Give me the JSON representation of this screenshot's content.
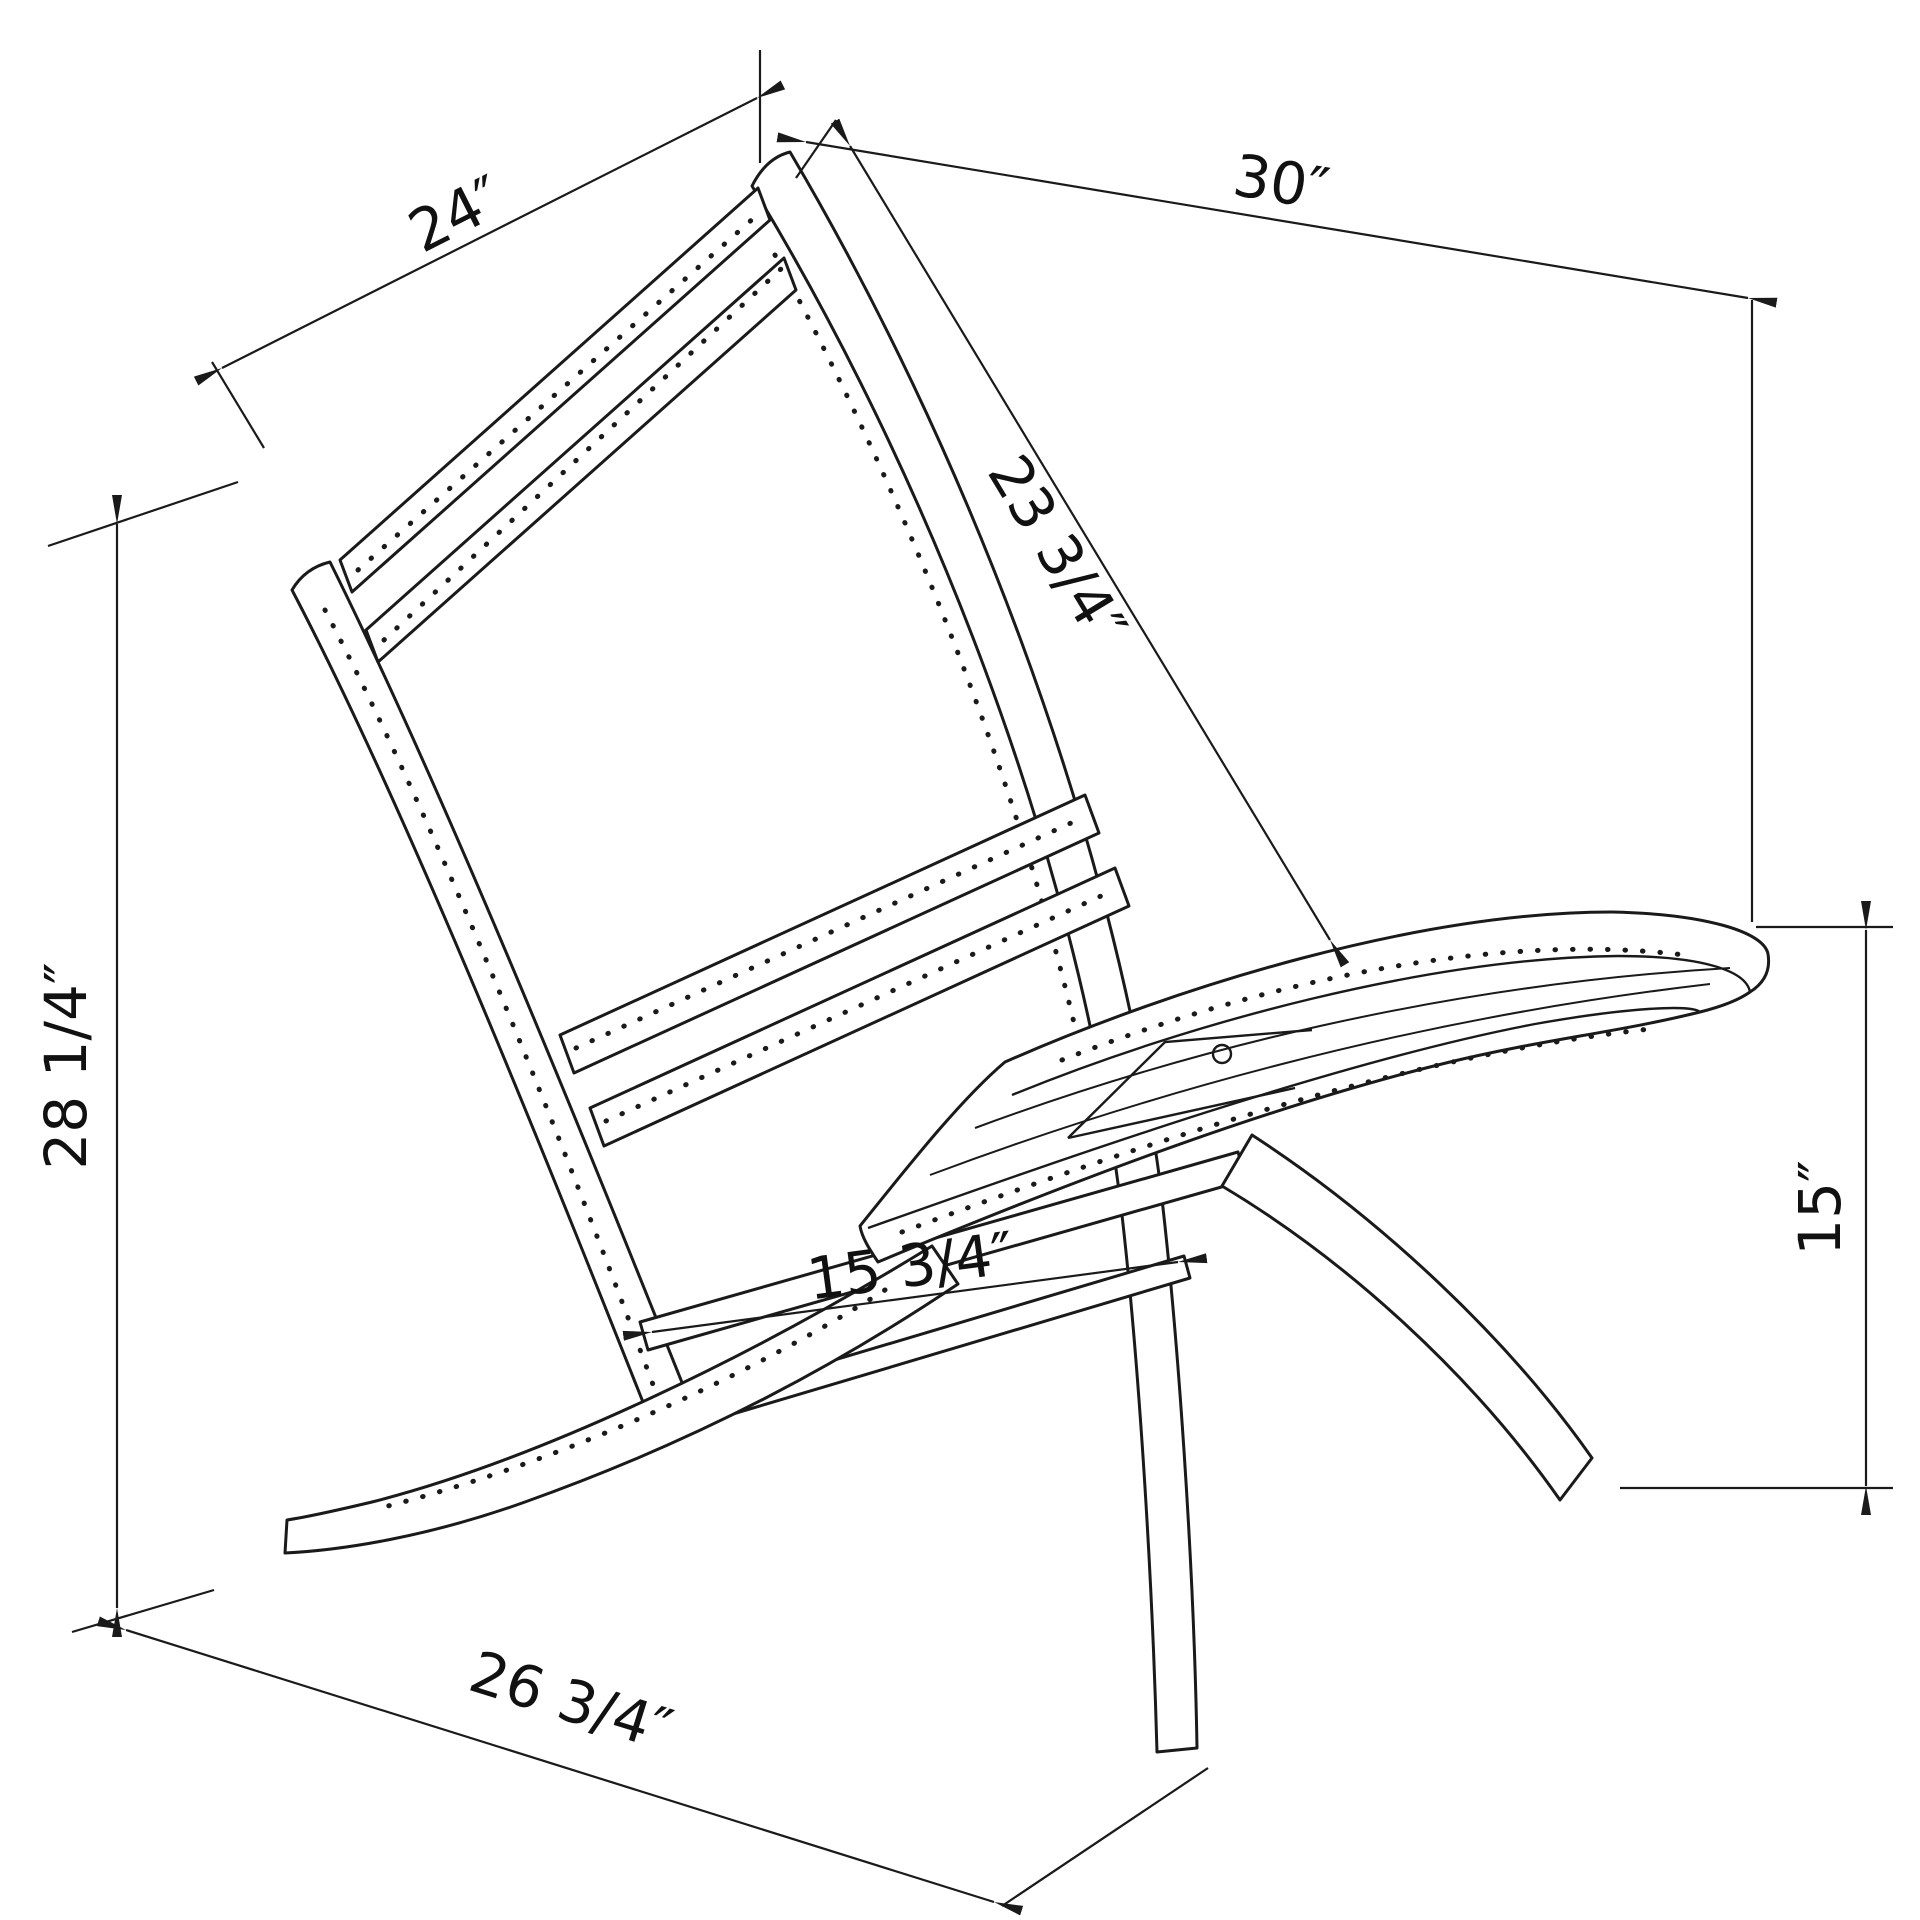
{
  "page": {
    "background": "#ffffff",
    "line_color": "#1a1a1a"
  },
  "diagram": {
    "type": "furniture-dimension-drawing",
    "subject": "folding-chair-line-art",
    "dimensions": {
      "back_width": {
        "label": "24″"
      },
      "overall_depth": {
        "label": "30″"
      },
      "back_length": {
        "label": "23 3/4″"
      },
      "overall_height": {
        "label": "28 1/4″"
      },
      "seat_height": {
        "label": "15″"
      },
      "seat_depth": {
        "label": "15 3/4″"
      },
      "base_depth": {
        "label": "26 3/4″"
      }
    }
  }
}
